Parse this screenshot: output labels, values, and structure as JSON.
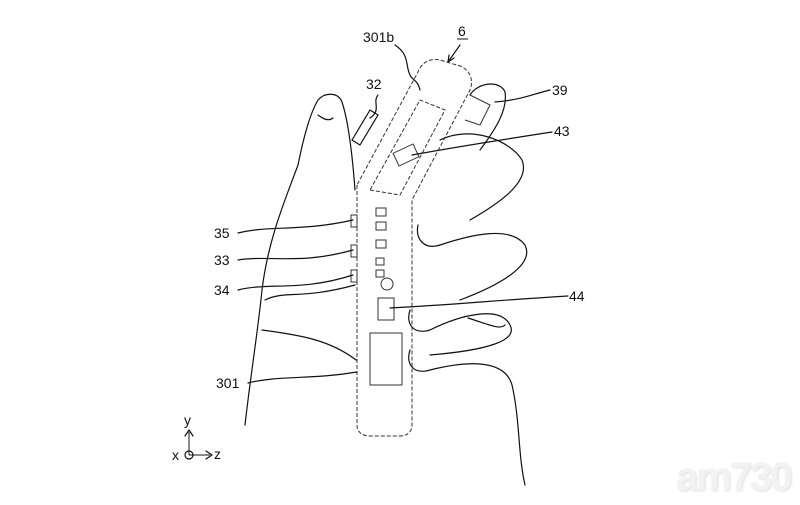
{
  "figure": {
    "ref_main": "6",
    "labels": {
      "l301b": "301b",
      "l32": "32",
      "l39": "39",
      "l43": "43",
      "l35": "35",
      "l33": "33",
      "l34": "34",
      "l44": "44",
      "l301": "301"
    },
    "axes": {
      "y": "y",
      "x": "x",
      "z": "z"
    }
  },
  "watermark": "am730"
}
